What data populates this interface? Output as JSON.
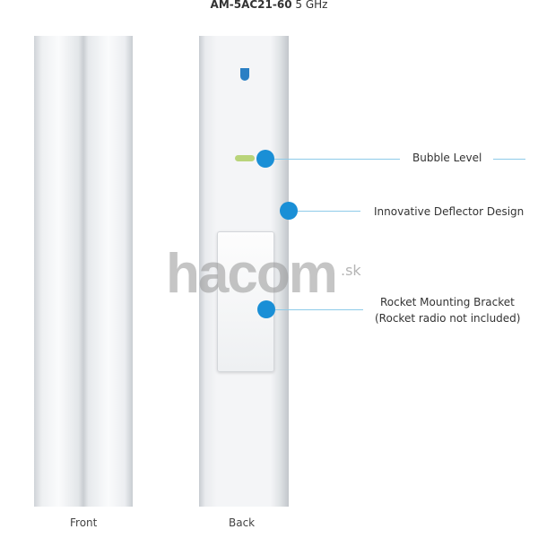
{
  "title": {
    "model": "AM-5AC21-60",
    "band": "5 GHz"
  },
  "callouts": [
    "Bubble Level",
    "Innovative Deflector Design",
    "Rocket Mounting Bracket",
    "(Rocket radio not included)"
  ],
  "captions": {
    "front": "Front",
    "back": "Back"
  },
  "watermark": {
    "brand": "hacom",
    "tld": ".sk"
  },
  "colors": {
    "accent": "#1a8fd6"
  }
}
